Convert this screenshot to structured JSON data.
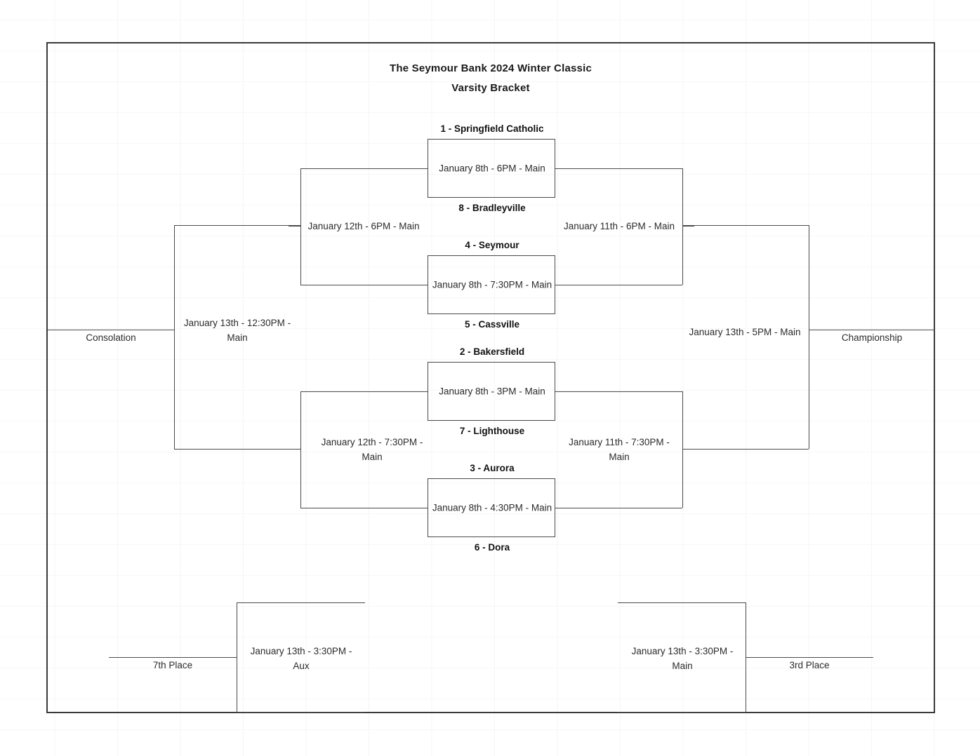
{
  "header": {
    "title_line1": "The Seymour Bank 2024 Winter Classic",
    "title_line2": "Varsity Bracket"
  },
  "bracket": {
    "round1": [
      {
        "id": "game-1",
        "top_team": "1 - Springfield Catholic",
        "bottom_team": "8 - Bradleyville",
        "info": "January 8th - 6PM - Main"
      },
      {
        "id": "game-2",
        "top_team": "4 - Seymour",
        "bottom_team": "5 - Cassville",
        "info": "January 8th - 7:30PM - Main"
      },
      {
        "id": "game-3",
        "top_team": "2 - Bakersfield",
        "bottom_team": "7 - Lighthouse",
        "info": "January 8th - 3PM - Main"
      },
      {
        "id": "game-4",
        "top_team": "3 - Aurora",
        "bottom_team": "6 - Dora",
        "info": "January 8th - 4:30PM - Main"
      }
    ],
    "semifinals": [
      {
        "id": "semifinal-upper",
        "info": "January 11th - 6PM - Main"
      },
      {
        "id": "semifinal-lower",
        "info_line1": "January 11th - 7:30PM -",
        "info_line2": "Main"
      }
    ],
    "consolation_semifinals": [
      {
        "id": "consolation-semifinal-upper",
        "info": "January 12th - 6PM - Main"
      },
      {
        "id": "consolation-semifinal-lower",
        "info_line1": "January 12th - 7:30PM -",
        "info_line2": "Main"
      }
    ],
    "championship": {
      "id": "championship-game",
      "info": "January 13th - 5PM - Main",
      "slot_label": "Championship"
    },
    "consolation": {
      "id": "consolation-game",
      "info_line1": "January 13th - 12:30PM -",
      "info_line2": "Main",
      "slot_label": "Consolation"
    },
    "third_place": {
      "id": "third-place-game",
      "info_line1": "January 13th - 3:30PM -",
      "info_line2": "Main",
      "slot_label": "3rd Place"
    },
    "seventh_place": {
      "id": "seventh-place-game",
      "info_line1": "January 13th - 3:30PM -",
      "info_line2": "Aux",
      "slot_label": "7th Place"
    }
  },
  "colors": {
    "line": "#4a4a4a",
    "frame": "#3a3a3a",
    "text": "#2b2b2b",
    "team_text": "#111111",
    "grid": "#f4f5f6"
  }
}
